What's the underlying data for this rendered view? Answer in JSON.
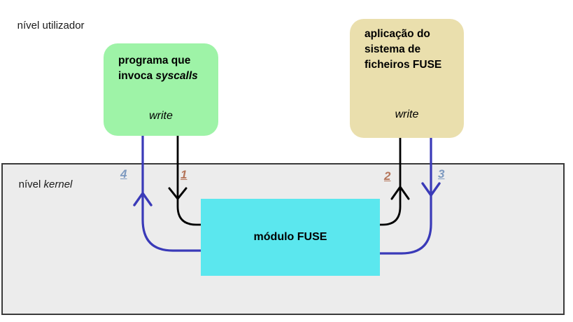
{
  "labels": {
    "user_level": "nível utilizador",
    "kernel_prefix": "nível ",
    "kernel_italic": "kernel"
  },
  "boxes": {
    "syscall_program": {
      "line1": "programa que",
      "line2_prefix": "invoca ",
      "line2_italic": "syscalls",
      "call_label": "write",
      "fill": "#9EF3A7"
    },
    "fuse_app": {
      "line1": "aplicação do",
      "line2": "sistema de",
      "line3": "ficheiros FUSE",
      "call_label": "write",
      "fill": "#EADFAD"
    },
    "fuse_module": {
      "label": "módulo FUSE",
      "fill": "#5BE7EE"
    }
  },
  "flow_steps": [
    {
      "number": "1",
      "color": "#B5755A"
    },
    {
      "number": "2",
      "color": "#B5755A"
    },
    {
      "number": "3",
      "color": "#7E9AC0"
    },
    {
      "number": "4",
      "color": "#7E9AC0"
    }
  ],
  "colors": {
    "arrow_black": "#000000",
    "arrow_blue": "#3A3AB8",
    "kernel_fill": "#ECECEC",
    "kernel_border": "#3A3A3A",
    "background": "#FFFFFF"
  }
}
